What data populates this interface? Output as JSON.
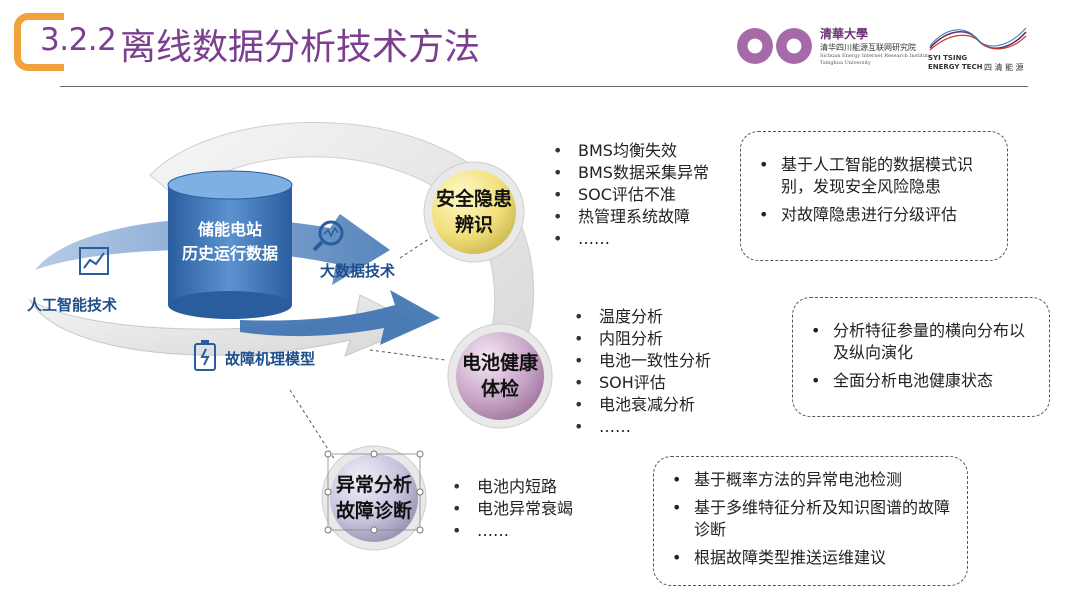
{
  "header": {
    "section_number": "3.2.2",
    "title": "离线数据分析技术方法",
    "logo_tsinghua": {
      "name": "清華大學",
      "institute_cn": "清华四川能源互联网研究院",
      "institute_en": "Sichuan Energy Internet Research Institute",
      "university_en": "Tsinghua University"
    },
    "logo_syi": {
      "name_en": "SYI TSING",
      "sub_en": "ENERGY TECH",
      "sub_cn": "四 清 能 源"
    }
  },
  "diagram": {
    "cylinder_label": "储能电站\n历史运行数据",
    "labels": {
      "big_data": "大数据技术",
      "ai": "人工智能技术",
      "fault_model": "故障机理模型"
    }
  },
  "bubbles": [
    {
      "label": "安全隐患\n辨识",
      "list": [
        "BMS均衡失效",
        "BMS数据采集异常",
        "SOC评估不准",
        "热管理系统故障",
        "……"
      ],
      "notes": [
        "基于人工智能的数据模式识别，发现安全风险隐患",
        "对故障隐患进行分级评估"
      ]
    },
    {
      "label": "电池健康\n体检",
      "list": [
        "温度分析",
        "内阻分析",
        "电池一致性分析",
        "SOH评估",
        "电池衰减分析",
        "……"
      ],
      "notes": [
        "分析特征参量的横向分布以及纵向演化",
        "全面分析电池健康状态"
      ]
    },
    {
      "label": "异常分析\n故障诊断",
      "list": [
        "电池内短路",
        "电池异常衰竭",
        "……"
      ],
      "notes": [
        "基于概率方法的异常电池检测",
        "基于多维特征分析及知识图谱的故障诊断",
        "根据故障类型推送运维建议"
      ]
    }
  ],
  "colors": {
    "title": "#7b3f8f",
    "bracket": "#f2a23a",
    "arrow_blue": "#3b70b0",
    "label_blue": "#1f4e8c",
    "bubble_yellow": "#f1e07a",
    "bubble_purple": "#c8a6c8",
    "bubble_lavender": "#c6c0dc"
  }
}
